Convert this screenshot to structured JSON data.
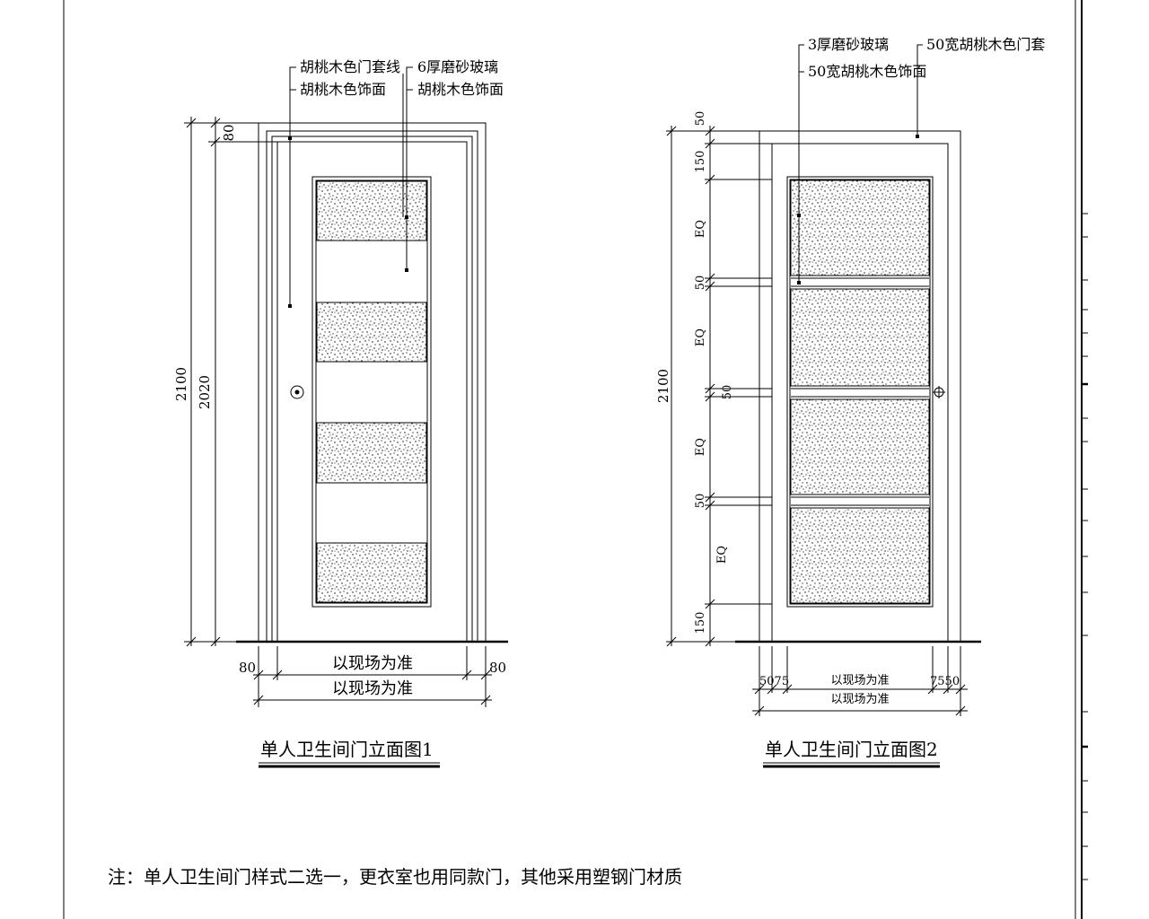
{
  "door1": {
    "title": "单人卫生间门立面图1",
    "labels": {
      "frame_trim": "胡桃木色门套线",
      "frame_face": "胡桃木色饰面",
      "glass": "6厚磨砂玻璃",
      "panel_face": "胡桃木色饰面"
    },
    "dims": {
      "total_height": "2100",
      "leaf_height": "2020",
      "top_trim": "80",
      "left_trim": "80",
      "right_trim": "80",
      "inner_width": "以现场为准",
      "total_width": "以现场为准"
    }
  },
  "door2": {
    "title": "单人卫生间门立面图2",
    "labels": {
      "glass": "3厚磨砂玻璃",
      "panel_face": "50宽胡桃木色饰面",
      "frame": "50宽胡桃木色门套"
    },
    "dims": {
      "total_height": "2100",
      "seg_top": "50",
      "seg_rail_top": "150",
      "eq1": "EQ",
      "mid1": "50",
      "eq2": "EQ",
      "mid2": "50",
      "eq3": "EQ",
      "mid3": "50",
      "eq4": "EQ",
      "seg_bottom": "150",
      "left_dims": "5075",
      "right_dims": "7550",
      "inner_width": "以现场为准",
      "total_width": "以现场为准"
    }
  },
  "note": "注：单人卫生间门样式二选一，更衣室也用同款门，其他采用塑钢门材质"
}
